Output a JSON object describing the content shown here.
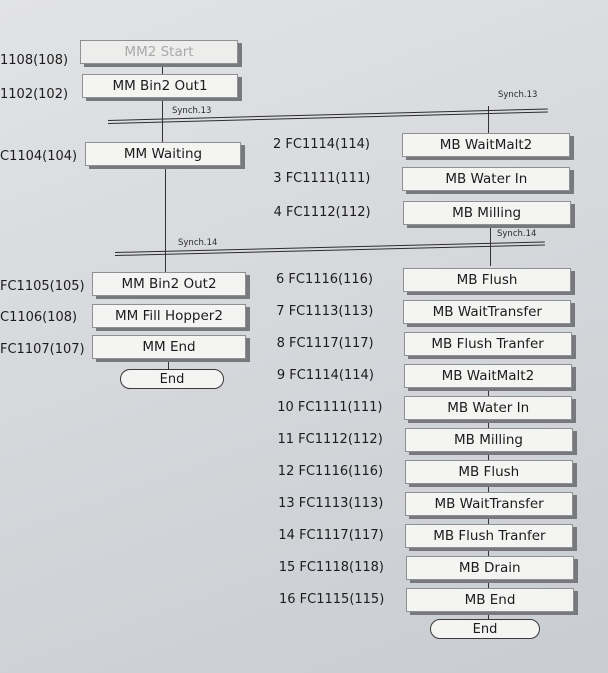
{
  "mm_chain": {
    "start": {
      "label": "1108(108)",
      "step": "MM2 Start"
    },
    "bin_out1": {
      "label": "1102(102)",
      "step": "MM Bin2 Out1"
    },
    "waiting": {
      "label": "C1104(104)",
      "step": "MM Waiting"
    },
    "bin_out2": {
      "label": "FC1105(105)",
      "step": "MM Bin2 Out2"
    },
    "fill": {
      "label": "C1106(108)",
      "step": "MM Fill Hopper2"
    },
    "end_step": {
      "label": "FC1107(107)",
      "step": "MM End"
    },
    "end": "End"
  },
  "synch": {
    "s13_left": "Synch.13",
    "s13_right": "Synch.13",
    "s14_left": "Synch.14",
    "s14_right": "Synch.14"
  },
  "mb_upper": [
    {
      "label": "2  FC1114(114)",
      "step": "MB WaitMalt2"
    },
    {
      "label": "3  FC1111(111)",
      "step": "MB Water In"
    },
    {
      "label": "4  FC1112(112)",
      "step": "MB Milling"
    }
  ],
  "mb_lower": [
    {
      "label": "6  FC1116(116)",
      "step": "MB Flush"
    },
    {
      "label": "7  FC1113(113)",
      "step": "MB WaitTransfer"
    },
    {
      "label": "8  FC1117(117)",
      "step": "MB Flush Tranfer"
    },
    {
      "label": "9  FC1114(114)",
      "step": "MB WaitMalt2"
    },
    {
      "label": "10  FC1111(111)",
      "step": "MB Water In"
    },
    {
      "label": "11  FC1112(112)",
      "step": "MB Milling"
    },
    {
      "label": "12  FC1116(116)",
      "step": "MB Flush"
    },
    {
      "label": "13  FC1113(113)",
      "step": "MB WaitTransfer"
    },
    {
      "label": "14  FC1117(117)",
      "step": "MB Flush Tranfer"
    },
    {
      "label": "15  FC1118(118)",
      "step": "MB Drain"
    },
    {
      "label": "16  FC1115(115)",
      "step": "MB End"
    }
  ],
  "mb_end": "End"
}
